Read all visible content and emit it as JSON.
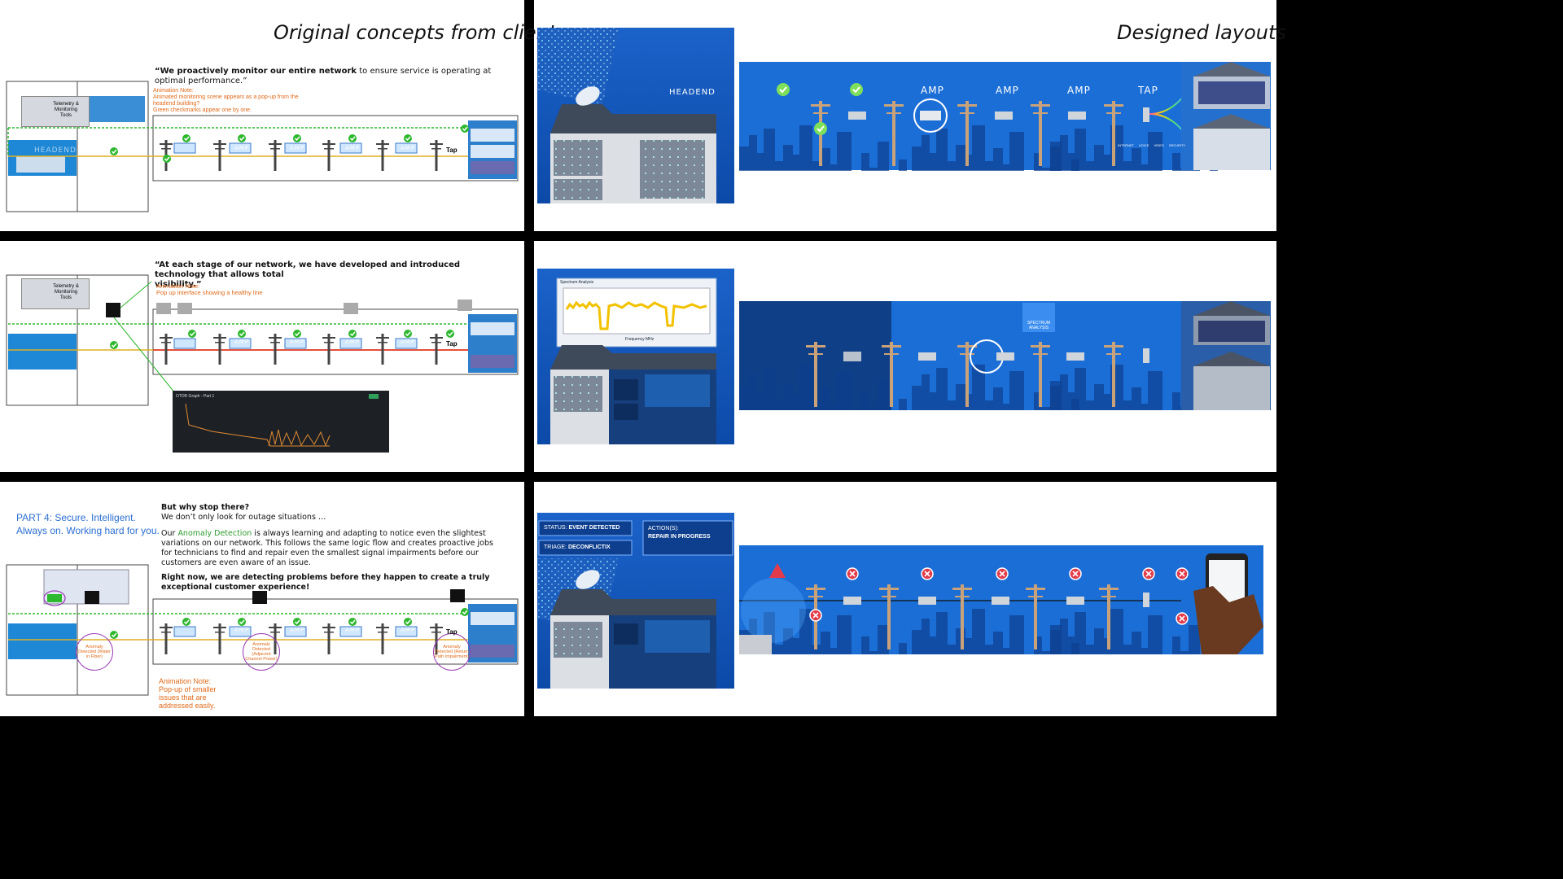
{
  "left_header": "Original concepts from client",
  "right_header": "Designed layouts",
  "row1": {
    "quote_bold": "“We proactively monitor our entire network",
    "quote_rest": " to ensure service is operating at optimal performance.”",
    "note": [
      "Animation Note:",
      "Animated monitoring scene appears as a pop-up from the",
      "headend building?",
      "Green checkmarks appear one by one."
    ],
    "design_labels": {
      "headend": "HEADEND",
      "amp": "AMP",
      "tap": "TAP"
    },
    "tap_icons": [
      "INTERNET",
      "VOICE",
      "VIDEO",
      "SECURITY"
    ]
  },
  "row2": {
    "quote": [
      "“At each stage of our network, we have developed and introduced technology that allows total",
      "visibility.”"
    ],
    "note": [
      "Animation Note:",
      "Pop up interface showing a healthy line"
    ],
    "otdr_title": "OTDR Graph - Part 1",
    "spectrum_title": "Spectrum Analysis",
    "spectrum_xlabel": "Frequency MHz",
    "spectrum_badge": "SPECTRUM ANALYSIS"
  },
  "row3": {
    "part_title": [
      "PART 4: Secure. Intelligent.",
      "Always on.  Working hard for you."
    ],
    "q1": "But why stop there?",
    "q2": "We don’t only look for outage situations …",
    "p1_pre": "Our ",
    "p1_hl": "Anomaly Detection",
    "p1_post": " is always learning and adapting to notice even the slightest variations on our network. This follows the same logic flow and creates proactive jobs for technicians to find and repair even the smallest signal impairments before our customers are even aware of an issue.",
    "p2": "Right now, we are detecting problems before they happen to create a truly exceptional customer experience!",
    "note": [
      "Animation Note:",
      "Pop-up of smaller",
      "issues that are",
      "addressed easily."
    ],
    "anomalies": [
      "Anomaly Detected (Water in Fiber)",
      "Anomaly Detected (Adjacent Channel Power)",
      "Anomaly Detected (Return Path Impairment)"
    ],
    "status": {
      "label": "STATUS:",
      "value": "EVENT DETECTED",
      "triage_label": "TRIAGE:",
      "triage_value": "DECONFLICTIX",
      "actions": "ACTION(S):",
      "action1": "REPAIR IN PROGRESS"
    }
  },
  "common": {
    "telemetry": [
      "Telemetry &",
      "Monitoring",
      "Tools"
    ],
    "amp": "AMP",
    "tap": "Tap",
    "headend": "HEADEND"
  },
  "colors": {
    "blue": "#1e6fd0",
    "dark": "#0b3a7a",
    "green": "#2eb82e",
    "orange": "#e06a1a"
  }
}
